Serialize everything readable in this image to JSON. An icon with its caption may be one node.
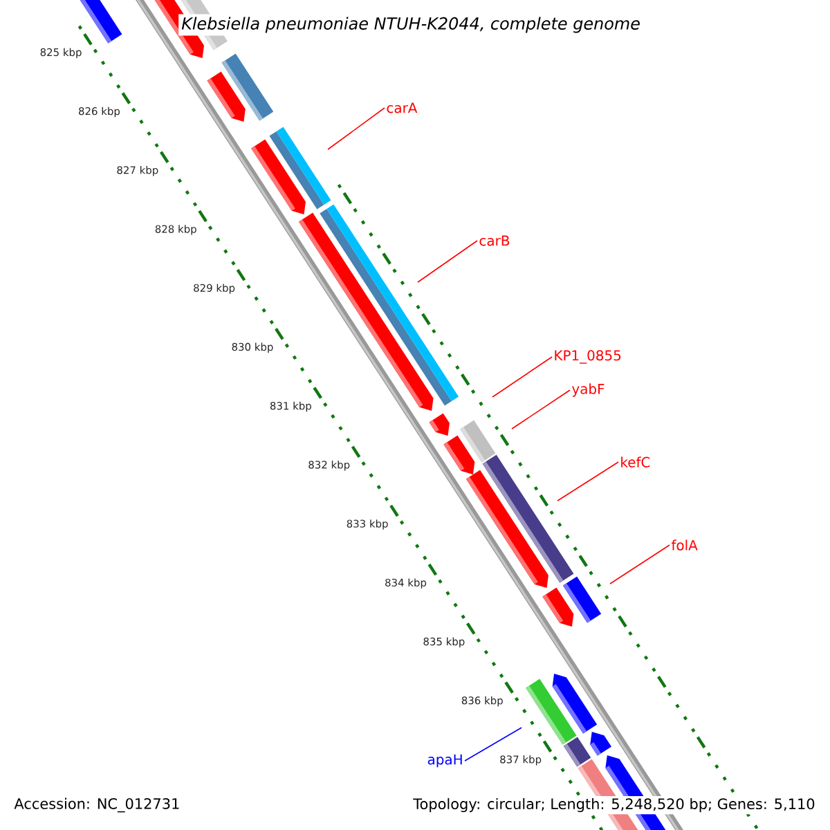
{
  "diagram": {
    "title": "Klebsiella pneumoniae NTUH-K2044, complete genome",
    "nodes": [
      {
        "text": [
          "carA"
        ]
      },
      {
        "text": [
          "carB"
        ]
      },
      {
        "text": [
          "KP1_0855"
        ]
      },
      {
        "text": [
          "yabF"
        ]
      },
      {
        "text": [
          "kefC"
        ]
      },
      {
        "text": [
          "folA"
        ]
      },
      {
        "text": [
          "apaH"
        ]
      }
    ],
    "edges": [
      {
        "from": 0,
        "to": null,
        "arrow": "none"
      },
      {
        "from": 1,
        "to": null,
        "arrow": "none"
      },
      {
        "from": 2,
        "to": null,
        "arrow": "none"
      },
      {
        "from": 3,
        "to": null,
        "arrow": "none"
      },
      {
        "from": 4,
        "to": null,
        "arrow": "none"
      },
      {
        "from": 5,
        "to": null,
        "arrow": "none"
      },
      {
        "from": 6,
        "to": null,
        "arrow": "none",
        "color": "#0000ff"
      }
    ],
    "labels": [
      "825 kbp",
      "826 kbp",
      "827 kbp",
      "828 kbp",
      "829 kbp",
      "830 kbp",
      "831 kbp",
      "832 kbp",
      "833 kbp",
      "834 kbp",
      "835 kbp",
      "836 kbp",
      "837 kbp",
      "Accession: NC_012731",
      "Topology: circular; Length: 5,248,520 bp; Genes: 5,110"
    ]
  }
}
